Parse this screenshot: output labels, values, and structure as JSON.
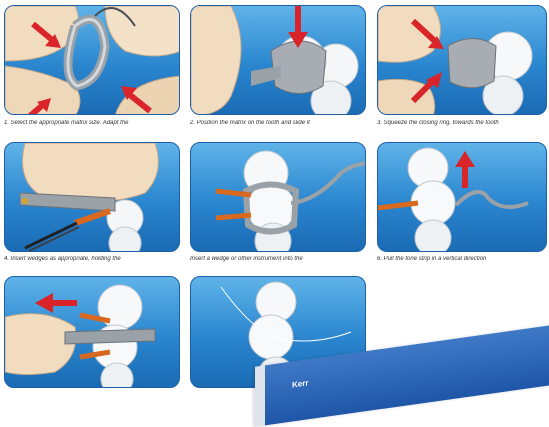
{
  "steps": [
    {
      "caption": "1. Select the appropriate matrix size. Adapt the"
    },
    {
      "caption": "2. Position the matrix on the tooth and slide it"
    },
    {
      "caption": "3. Squeeze the closing ring, towards the tooth"
    },
    {
      "caption": "4. Insert wedges as appropriate, holding the"
    },
    {
      "caption": "Insert a wedge or other instrument into the"
    },
    {
      "caption": "6. Pull the tone strip in a vertical direction"
    },
    {
      "caption": ""
    },
    {
      "caption": ""
    }
  ],
  "product": {
    "logo": "Kerr"
  },
  "colors": {
    "panel_blue": "#2a86cf",
    "arrow_red": "#d9252a",
    "wedge_orange": "#d8691e",
    "band_grey": "#8f969c"
  }
}
